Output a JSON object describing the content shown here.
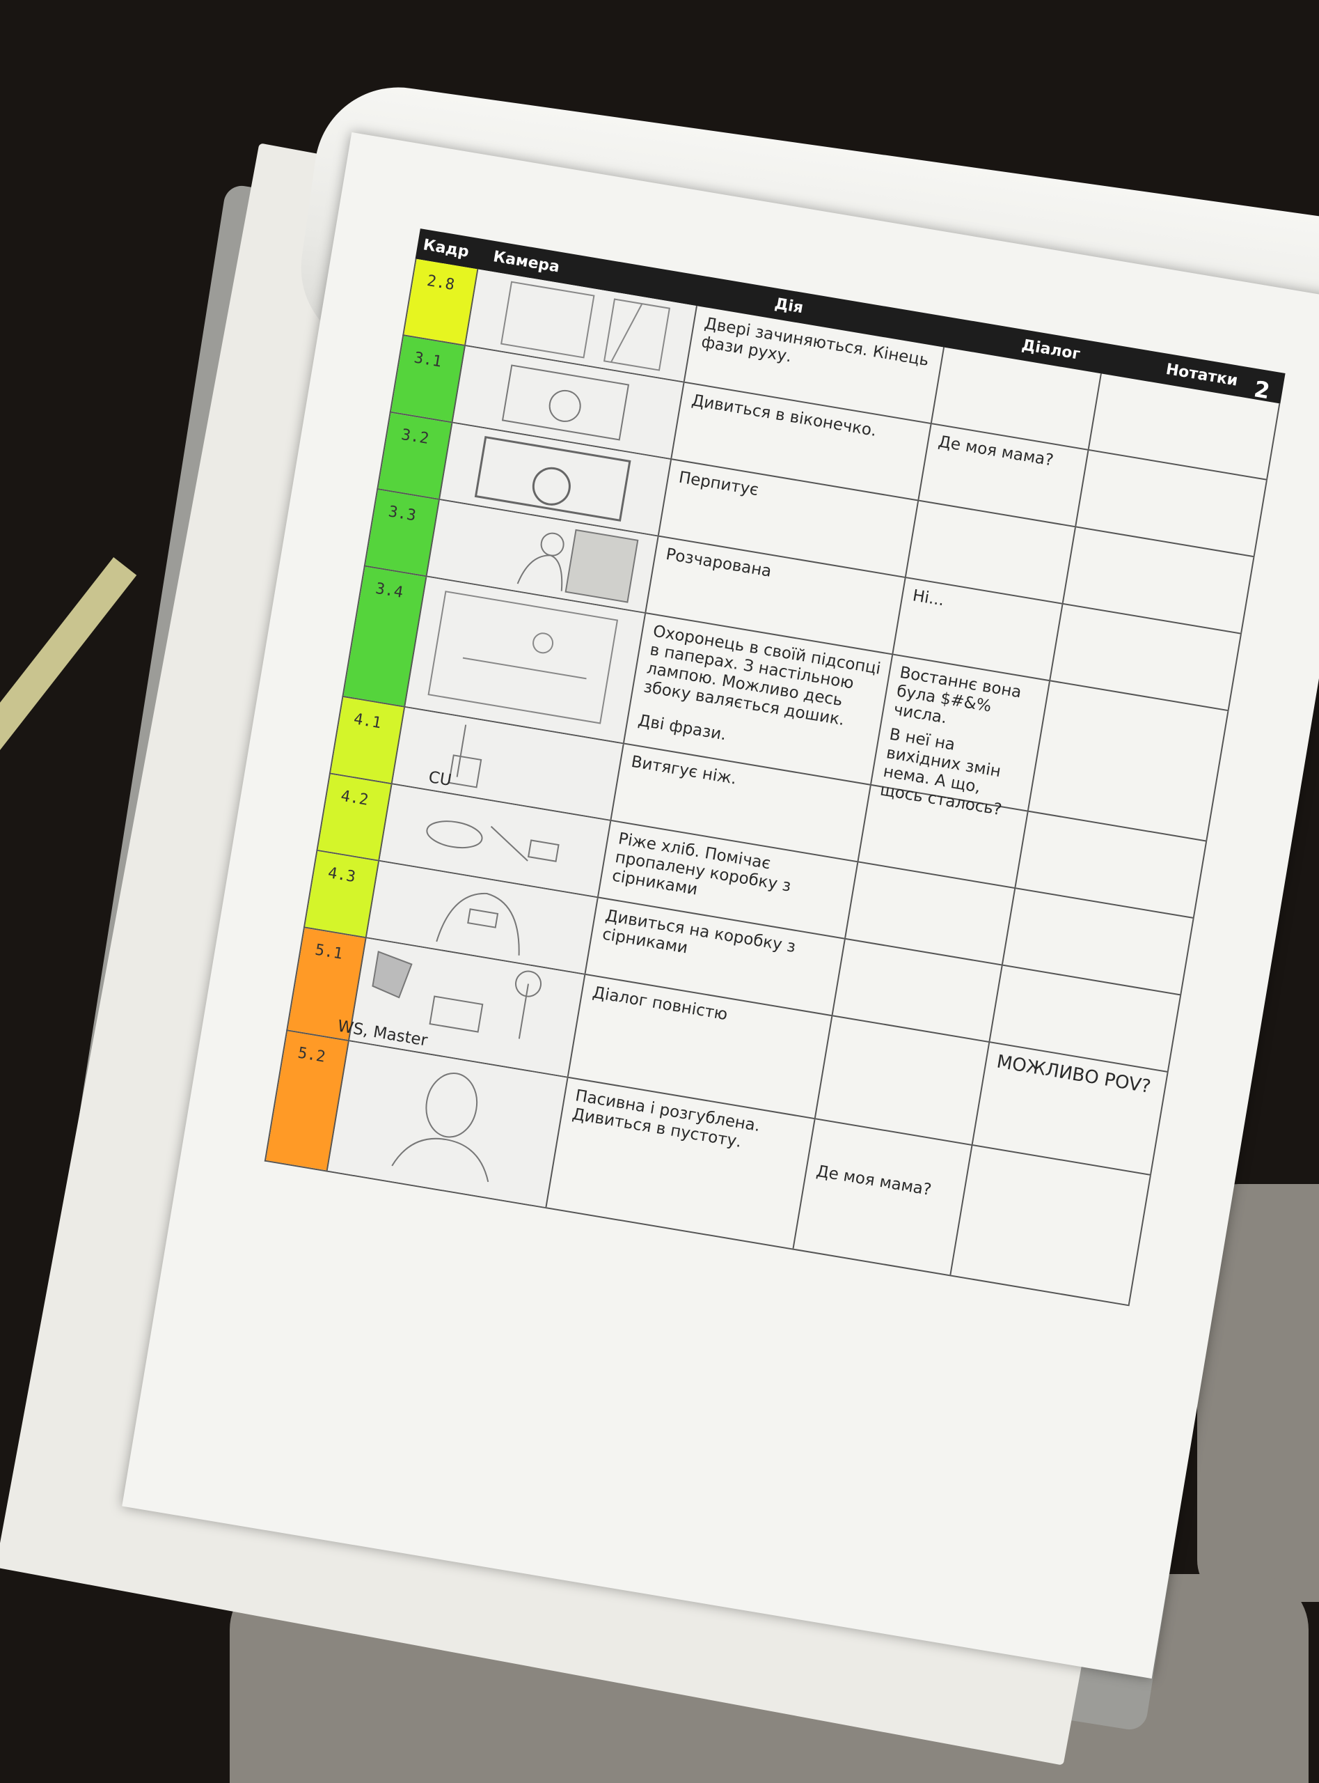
{
  "header": {
    "col_frame": "Кадр",
    "col_camera": "Камера",
    "col_action": "Дія",
    "col_dialog": "Діалог",
    "col_notes": "Нотатки",
    "page_number": "2"
  },
  "rows": [
    {
      "frame": "2.8",
      "highlight": "yellow",
      "camera": "",
      "action": "Двері зачиняються. Кінець фази руху.",
      "dialog": "",
      "notes": ""
    },
    {
      "frame": "3.1",
      "highlight": "green",
      "camera": "",
      "action": "Дивиться в віконечко.",
      "dialog": "Де моя мама?",
      "notes": ""
    },
    {
      "frame": "3.2",
      "highlight": "green",
      "camera": "",
      "action": "Перпитує",
      "dialog": "",
      "notes": ""
    },
    {
      "frame": "3.3",
      "highlight": "green",
      "camera": "",
      "action": "Розчарована",
      "dialog": "Ні...",
      "notes": ""
    },
    {
      "frame": "3.4",
      "highlight": "green",
      "camera": "",
      "action": "Охоронець в своїй підсопці в паперах. З настільною лампою. Можливо десь збоку валяється дошик.",
      "action_extra": "Дві фрази.",
      "dialog": "Востаннє вона була $#&% числа.",
      "dialog_extra": "В неї на вихідних змін нема. А що, щось сталось?",
      "notes": ""
    },
    {
      "frame": "4.1",
      "highlight": "lime",
      "camera": "CU",
      "action": "Витягує ніж.",
      "dialog": "",
      "notes": ""
    },
    {
      "frame": "4.2",
      "highlight": "lime",
      "camera": "",
      "action": "Ріже хліб. Помічає пропалену коробку з сірниками",
      "dialog": "",
      "notes": ""
    },
    {
      "frame": "4.3",
      "highlight": "lime",
      "camera": "",
      "action": "Дивиться на коробку з сірниками",
      "dialog": "",
      "notes": ""
    },
    {
      "frame": "5.1",
      "highlight": "orange",
      "camera": "WS, Master",
      "action": "Діалог повністю",
      "dialog": "",
      "notes": "МОЖЛИВО POV?"
    },
    {
      "frame": "5.2",
      "highlight": "orange",
      "camera": "",
      "action": "Пасивна і розгублена. Дивиться в пустоту.",
      "dialog": "Де моя мама?",
      "notes": ""
    }
  ],
  "colors": {
    "yellow": "#e6f520",
    "green": "#55d43c",
    "lime": "#d4f52a",
    "orange": "#ff9a26",
    "header_bg": "#1d1d1d"
  }
}
